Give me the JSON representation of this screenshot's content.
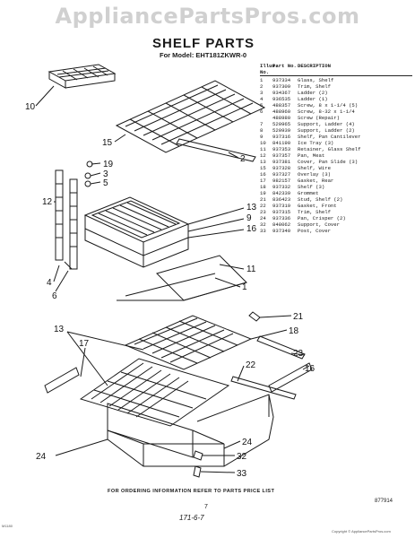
{
  "watermark": "AppliancePartsPros.com",
  "title": "SHELF PARTS",
  "model_line": "For Model: EHT181ZKWR-0",
  "table": {
    "headers": [
      "Illus. No.",
      "Part No.",
      "DESCRIPTION"
    ],
    "rows": [
      [
        "1",
        "937334",
        "Glass, Shelf"
      ],
      [
        "2",
        "937309",
        "Trim, Shelf"
      ],
      [
        "3",
        "934367",
        "Ladder (2)"
      ],
      [
        "4",
        "936535",
        "Ladder (1)"
      ],
      [
        "5",
        "488357",
        "Screw, 8 x 1-1/4 (5)"
      ],
      [
        "6",
        "488960",
        "Screw, 8-32 x 1-1/4"
      ],
      [
        "",
        "488980",
        "Screw (Repair)"
      ],
      [
        "7",
        "520965",
        "Support, Ladder (4)"
      ],
      [
        "8",
        "520939",
        "Support, Ladder (2)"
      ],
      [
        "9",
        "937316",
        "Shelf, Pan Cantilever"
      ],
      [
        "10",
        "841190",
        "Ice Tray (3)"
      ],
      [
        "11",
        "937353",
        "Retainer, Glass Shelf"
      ],
      [
        "12",
        "937357",
        "Pan, Meat"
      ],
      [
        "13",
        "937381",
        "Cover, Pan Slide (3)"
      ],
      [
        "15",
        "937328",
        "Shelf, Wire"
      ],
      [
        "16",
        "937327",
        "Overlay (3)"
      ],
      [
        "17",
        "982157",
        "Gasket, Rear"
      ],
      [
        "18",
        "937332",
        "Shelf (3)"
      ],
      [
        "19",
        "842339",
        "Grommet"
      ],
      [
        "21",
        "836423",
        "Stud, Shelf (2)"
      ],
      [
        "22",
        "937319",
        "Gasket, Front"
      ],
      [
        "23",
        "937315",
        "Trim, Shelf"
      ],
      [
        "24",
        "937336",
        "Pan, Crisper (2)"
      ],
      [
        "32",
        "848062",
        "Support, Cover"
      ],
      [
        "33",
        "937340",
        "Post, Cover"
      ]
    ]
  },
  "callouts": {
    "c10": "10",
    "c15": "15",
    "c2": "2",
    "c19": "19",
    "c3": "3",
    "c5": "5",
    "c13a": "13",
    "c9": "9",
    "c12": "12",
    "c16a": "16",
    "c11": "11",
    "c1": "1",
    "c4": "4",
    "c6": "6",
    "c21": "21",
    "c18": "18",
    "c13b": "13",
    "c17": "17",
    "c23": "23",
    "c16b": "16",
    "c22": "22",
    "c24a": "24",
    "c24b": "24",
    "c32": "32",
    "c33": "33"
  },
  "footer": "FOR ORDERING INFORMATION REFER TO PARTS PRICE LIST",
  "page_number": "7",
  "figure_number": "877914",
  "signature": "171-6-7",
  "corner_left": "M1180",
  "corner_right": "Copyright © AppliancePartsPros.com"
}
